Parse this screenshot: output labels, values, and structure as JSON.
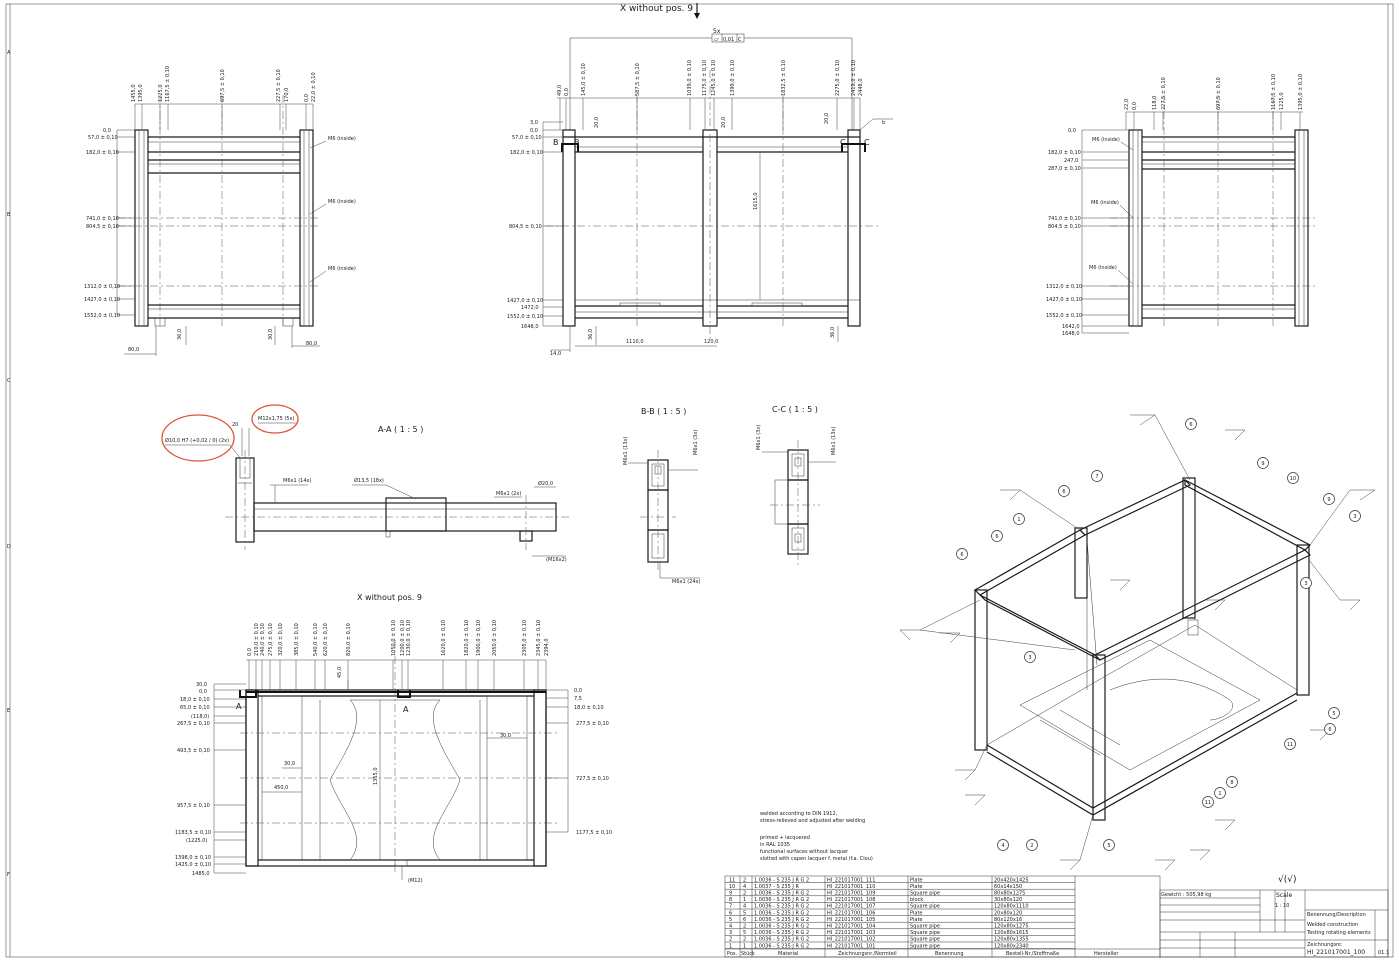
{
  "header": {
    "title": "X without pos. 9",
    "tolerance_frame": {
      "count": "5x",
      "symbol": "⏥",
      "value": "0,01",
      "datum": "C"
    }
  },
  "border": {
    "rows": [
      "A",
      "B",
      "C",
      "D",
      "E",
      "F"
    ]
  },
  "front_view": {
    "top_dims": [
      "1455,0",
      "1395,0",
      "1225,0",
      "1167,5 ± 0,10",
      "697,5 ± 0,10",
      "227,5 ± 0,10",
      "170,0",
      "0,0",
      "22,0 ± 0,10"
    ],
    "left_dims": [
      "0,0",
      "57,0 ± 0,10",
      "182,0 ± 0,10",
      "741,0 ± 0,10",
      "804,5 ± 0,10",
      "1312,0 ± 0,10",
      "1427,0 ± 0,10",
      "1552,0 ± 0,10"
    ],
    "callouts": [
      "M6 (inside)",
      "M6 (inside)",
      "M6 (inside)"
    ],
    "bottom_dims": [
      "80,0",
      "36,0",
      "30,0",
      "80,0"
    ]
  },
  "center_view": {
    "top_dims": [
      "49,0",
      "0,0",
      "145,0 ± 0,10",
      "587,5 ± 0,10",
      "1039,0 ± 0,10",
      "1175,0 ± 0,10",
      "1245,0 ± 0,10",
      "1399,0 ± 0,10",
      "1832,5 ± 0,10",
      "2275,0 ± 0,10",
      "2419,0 ± 0,10",
      "2448,0"
    ],
    "left_dims": [
      "3,0",
      "0,0",
      "57,0 ± 0,10",
      "182,0 ± 0,10",
      "804,5 ± 0,10",
      "1427,0 ± 0,10",
      "1472,0",
      "1552,0 ± 0,10",
      "1648,0"
    ],
    "inner": [
      "20,0",
      "20,0",
      "20,0",
      "1615,0"
    ],
    "section_marks": [
      "B",
      "B",
      "C",
      "C"
    ],
    "surface_mark": "b",
    "bottom_dims": [
      "14,0",
      "36,0",
      "1110,0",
      "120,0",
      "36,0"
    ]
  },
  "right_view": {
    "top_dims": [
      "22,0",
      "0,0",
      "118,0",
      "227,5 ± 0,10",
      "697,5 ± 0,10",
      "1167,5 ± 0,10",
      "1225,0",
      "1395,0 ± 0,10"
    ],
    "left_dims": [
      "0,0",
      "182,0 ± 0,10",
      "247,0",
      "287,0 ± 0,10",
      "741,0 ± 0,10",
      "804,5 ± 0,10",
      "1312,0 ± 0,10",
      "1427,0 ± 0,10",
      "1552,0 ± 0,10",
      "1642,0",
      "1648,0"
    ],
    "callouts": [
      "M6 (inside)",
      "M6 (inside)",
      "M6 (inside)"
    ]
  },
  "section_aa": {
    "title": "A-A ( 1 : 5 )",
    "callouts": [
      "M12x1,75 (5x)",
      "Ø10,0 H7 (+0,02 / 0) (2x)",
      "M6x1 (14x)",
      "Ø13,5 (18x)",
      "M6x1 (2x)",
      "Ø20,0",
      "(M16x2)"
    ],
    "small": "20"
  },
  "section_bb": {
    "title": "B-B ( 1 : 5 )",
    "callouts": [
      "M6x1 (13x)",
      "M6x1 (3x)",
      "M6x1 (24x)"
    ]
  },
  "section_cc": {
    "title": "C-C ( 1 : 5 )",
    "callouts": [
      "M6x1 (3x)",
      "M6x1 (13x)"
    ]
  },
  "top_view": {
    "title": "X without pos. 9",
    "top_dims": [
      "0,0",
      "210,0 ± 0,10",
      "240,0 ± 0,10",
      "275,0 ± 0,10",
      "320,0 ± 0,10",
      "385,0 ± 0,10",
      "540,0 ± 0,10",
      "620,0 ± 0,10",
      "820,0 ± 0,10",
      "1050,0 ± 0,10",
      "1200,0 ± 0,10",
      "1230,0 ± 0,10",
      "1620,0 ± 0,10",
      "1820,0 ± 0,10",
      "1900,0 ± 0,10",
      "2050,0 ± 0,10",
      "2305,0 ± 0,10",
      "2345,0 ± 0,10",
      "2394,0"
    ],
    "left_dims": [
      "30,0",
      "0,0",
      "18,0 ± 0,10",
      "65,0 ± 0,10",
      "(118,0)",
      "267,5 ± 0,10",
      "493,5 ± 0,10",
      "957,5 ± 0,10",
      "1183,5 ± 0,10",
      "(1225,0)",
      "1398,0 ± 0,10",
      "1425,0 ± 0,10",
      "1485,0"
    ],
    "right_dims": [
      "0,0",
      "7,5",
      "18,0 ± 0,10",
      "277,5 ± 0,10",
      "727,5 ± 0,10",
      "1177,5 ± 0,10"
    ],
    "inner": [
      "45,0",
      "30,0",
      "450,0",
      "1355,0",
      "30,0"
    ],
    "section_marks": [
      "A",
      "A"
    ],
    "bottom_callout": "(M12)"
  },
  "notes": [
    "welded according to DIN 1912,",
    "stress-relieved and adjusted after welding",
    "",
    "primed + lacquered",
    "in RAL 1035",
    "functional surfaces without lacquer",
    "slotted with capen lacquer f. metal (f.a. Clou)"
  ],
  "bom": {
    "headers": [
      "Pos.",
      "Stück",
      "Material",
      "Zeichnungsnr./Normteil",
      "Benennung",
      "Bestell-Nr./Stoffmaße",
      "Hersteller"
    ],
    "rows": [
      [
        "11",
        "2",
        "1.0036 - S 235 J R G 2",
        "HI_221017001_111",
        "Plate",
        "20x420x1425"
      ],
      [
        "10",
        "4",
        "1.0037 - S 235 J R",
        "HI_221017001_110",
        "Plate",
        "60x14x150"
      ],
      [
        "9",
        "2",
        "1.0036 - S 235 J R G 2",
        "HI_221017001_109",
        "Square pipe",
        "80x80x1275"
      ],
      [
        "8",
        "1",
        "1.0036 - S 235 J R G 2",
        "HI_221017001_108",
        "block",
        "30x80x120"
      ],
      [
        "7",
        "4",
        "1.0036 - S 235 J R G 2",
        "HI_221017001_107",
        "Square pipe",
        "120x80x1110"
      ],
      [
        "6",
        "5",
        "1.0036 - S 235 J R G 2",
        "HI_221017001_106",
        "Plate",
        "20x80x120"
      ],
      [
        "5",
        "6",
        "1.0036 - S 235 J R G 2",
        "HI_221017001_105",
        "Plate",
        "80x120x16"
      ],
      [
        "4",
        "2",
        "1.0036 - S 235 J R G 2",
        "HI_221017001_104",
        "Square pipe",
        "120x80x1275"
      ],
      [
        "3",
        "5",
        "1.0036 - S 235 J R G 2",
        "HI_221017001_103",
        "Square pipe",
        "120x80x1615"
      ],
      [
        "2",
        "2",
        "1.0036 - S 235 J R G 2",
        "HI_221017001_102",
        "Square pipe",
        "120x80x1355"
      ],
      [
        "1",
        "1",
        "1.0036 - S 235 J R G 2",
        "HI_221017001_101",
        "Square pipe",
        "120x80x2340"
      ]
    ]
  },
  "title_block": {
    "weight": "Gewicht : 505,98 kg",
    "scale_label": "Scale",
    "scale": "1 : 10",
    "description_label": "Benennung/Description",
    "description": "Welded construction",
    "subtitle": "Testing rotating elements",
    "drawing_no_label": "Zeichnungsnr.",
    "drawing_no": "HI_221017001_100",
    "sheet": "01.1"
  },
  "iso_view": {
    "balloons": [
      "6",
      "3",
      "7",
      "1",
      "9",
      "10",
      "6",
      "3",
      "6",
      "6",
      "9",
      "8",
      "1",
      "11",
      "4",
      "2",
      "5",
      "11",
      "5",
      "3",
      "6"
    ]
  },
  "signature": "√(√)"
}
